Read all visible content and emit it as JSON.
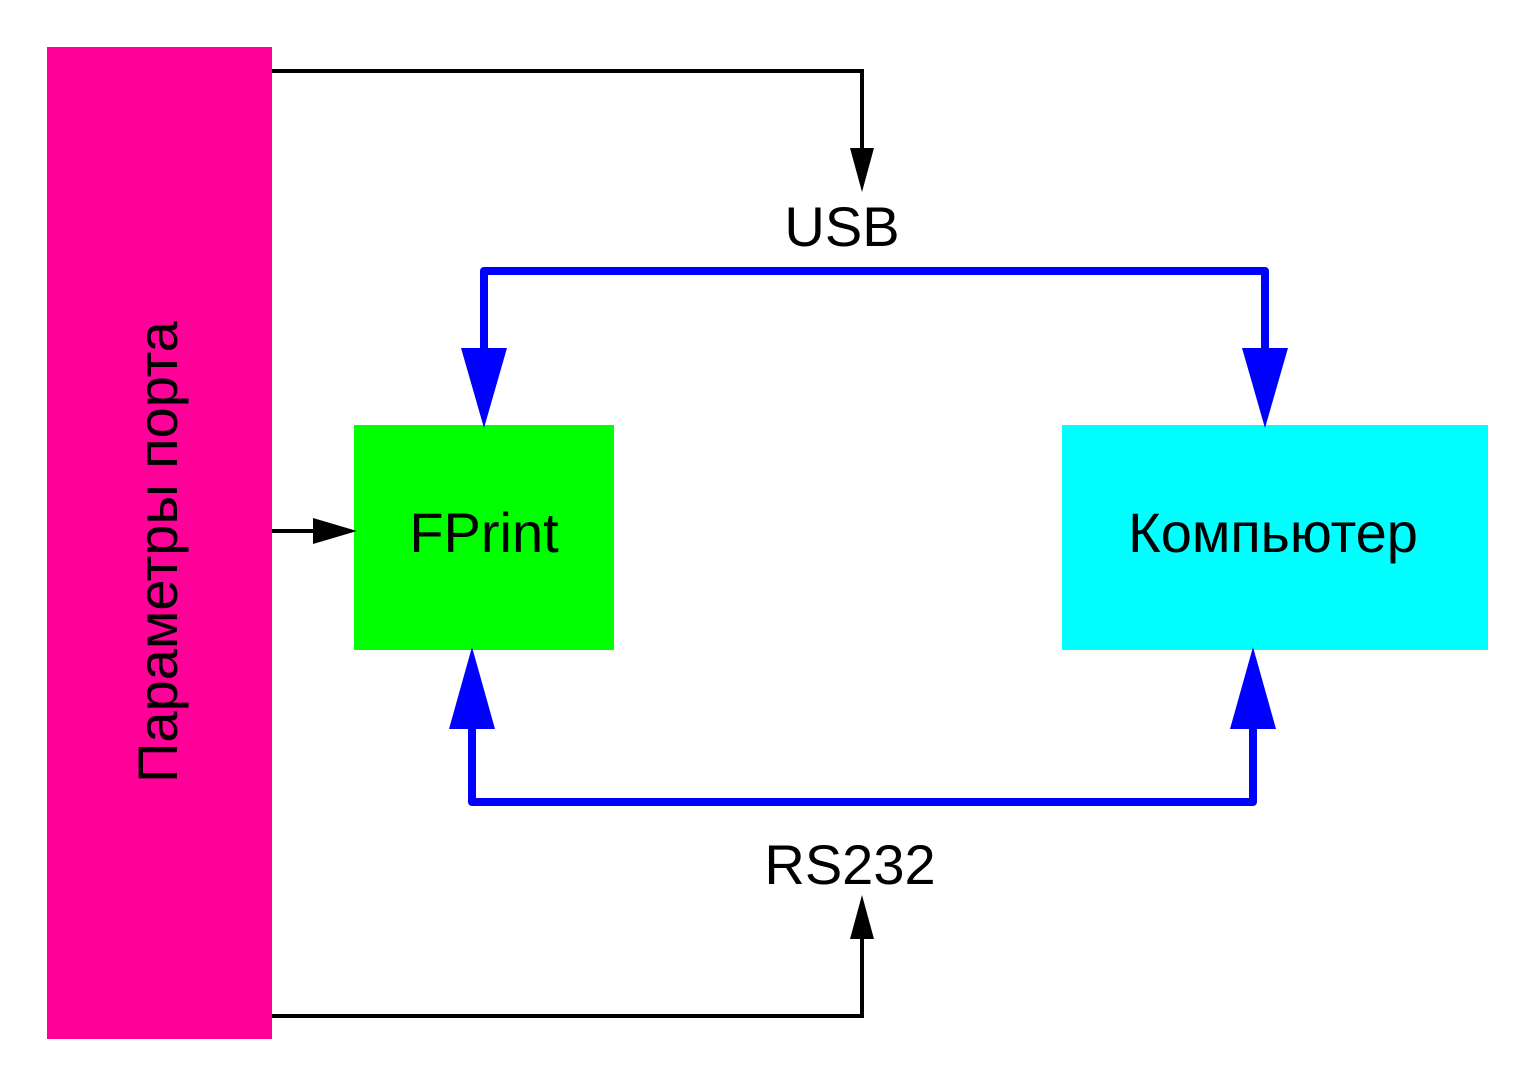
{
  "nodes": {
    "port_params": {
      "label": "Параметры порта",
      "fill": "#ff0099"
    },
    "fprint": {
      "label": "FPrint",
      "fill": "#00ff00"
    },
    "computer": {
      "label": "Компьютер",
      "fill": "#00ffff"
    }
  },
  "connections": {
    "usb": {
      "label": "USB",
      "color": "#0000ff"
    },
    "rs232": {
      "label": "RS232",
      "color": "#0000ff"
    }
  },
  "colors": {
    "control_line": "#000000",
    "bus_line": "#0000ff",
    "background": "#ffffff"
  }
}
